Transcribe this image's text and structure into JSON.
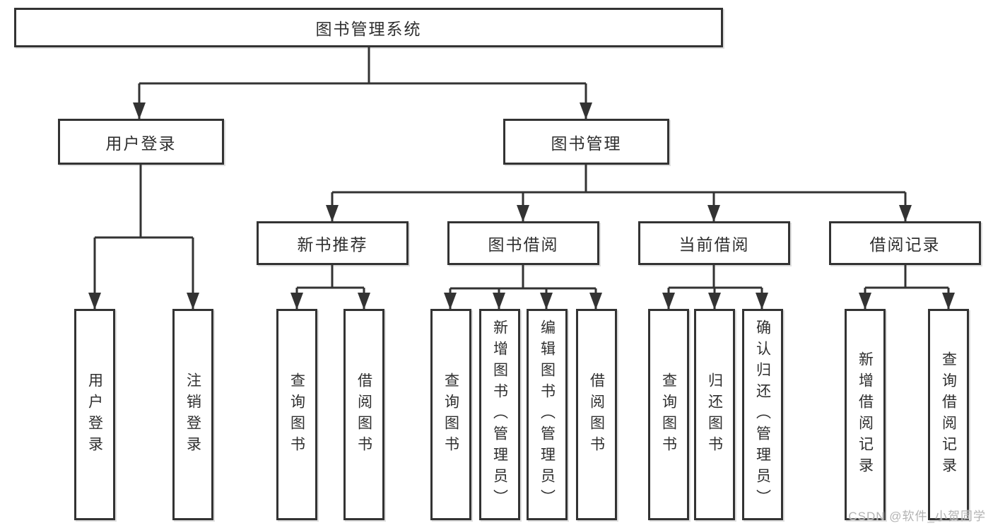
{
  "tree": {
    "root": "图书管理系统",
    "children": [
      {
        "label": "用户登录",
        "children": [
          "用户登录",
          "注销登录"
        ]
      },
      {
        "label": "图书管理",
        "children": [
          {
            "label": "新书推荐",
            "children": [
              "查询图书",
              "借阅图书"
            ]
          },
          {
            "label": "图书借阅",
            "children": [
              "查询图书",
              "新增图书（管理员）",
              "编辑图书（管理员）",
              "借阅图书"
            ]
          },
          {
            "label": "当前借阅",
            "children": [
              "查询图书",
              "归还图书",
              "确认归还（管理员）"
            ]
          },
          {
            "label": "借阅记录",
            "children": [
              "新增借阅记录",
              "查询借阅记录"
            ]
          }
        ]
      }
    ]
  },
  "watermark": "CSDN @软件_小贺同学",
  "colors": {
    "line": "#333333",
    "text": "#2f2f2f",
    "box_background": "#ffffff",
    "background": "#ffffff",
    "watermark": "#b3b3b3"
  }
}
